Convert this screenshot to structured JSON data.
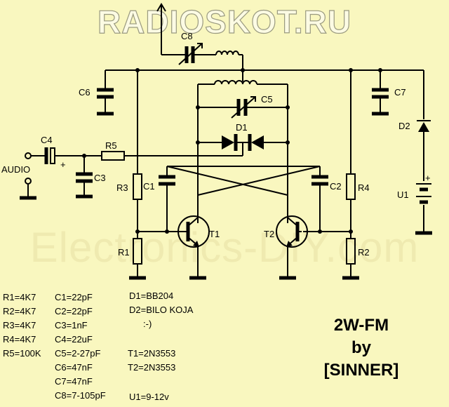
{
  "watermark_top": "RADIOSKOT.RU",
  "watermark_mid": "Electronics-DIY.com",
  "labels": {
    "c8": "C8",
    "c6": "C6",
    "c5": "C5",
    "c7": "C7",
    "d1": "D1",
    "d2": "D2",
    "c4": "C4",
    "plus": "+",
    "r5": "R5",
    "audio": "AUDIO",
    "c3": "C3",
    "r3": "R3",
    "c1": "C1",
    "c2": "C2",
    "r4": "R4",
    "u1": "U1",
    "t1": "T1",
    "t2": "T2",
    "r1": "R1",
    "r2": "R2"
  },
  "parts_col1": [
    "R1=4K7",
    "R2=4K7",
    "R3=4K7",
    "R4=4K7",
    "R5=100K"
  ],
  "parts_col2": [
    "C1=22pF",
    "C2=22pF",
    "C3=1nF",
    "C4=22uF",
    "C5=2-27pF",
    "C6=47nF",
    "C7=47nF",
    "C8=7-105pF"
  ],
  "parts_col3": [
    "D1=BB204",
    "D2=BILO KOJA",
    ":-)"
  ],
  "parts_col3b": [
    "T1=2N3553",
    "T2=2N3553"
  ],
  "parts_col3c": [
    "U1=9-12v"
  ],
  "title": [
    "2W-FM",
    "by",
    "[SINNER]"
  ]
}
